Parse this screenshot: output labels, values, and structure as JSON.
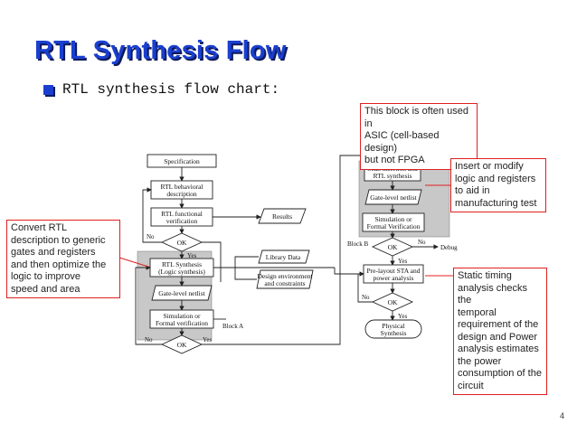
{
  "slide": {
    "title": "RTL Synthesis Flow",
    "bullet": "RTL synthesis flow chart:",
    "page_number": "4"
  },
  "callouts": {
    "fpga_note": [
      "This block is often used in",
      "ASIC (cell-based design)",
      "but not FPGA"
    ],
    "insert_note": [
      "Insert or modify",
      "logic and registers",
      "to aid in",
      "manufacturing test"
    ],
    "convert_note": [
      "Convert RTL",
      "description to generic",
      "gates and registers",
      "and then optimize the",
      "logic to improve",
      "speed and area"
    ],
    "sta_note": [
      "Static timing",
      "analysis checks the",
      "temporal",
      "requirement of the",
      "design and Power",
      "analysis estimates",
      "the power",
      "consumption of the",
      "circuit"
    ]
  },
  "flow": {
    "specification": "Specification",
    "rtl_behavioral": [
      "RTL behavioral",
      "description"
    ],
    "rtl_functional": [
      "RTL functional",
      "verification"
    ],
    "results": "Results",
    "ok": "OK",
    "no": "No",
    "yes": "Yes",
    "rtl_synthesis": [
      "RTL Synthesis",
      "(Logic synthesis)"
    ],
    "library_data": "Library Data",
    "design_env": [
      "Design environment",
      "and constraints"
    ],
    "gate_netlist": "Gate-level netlist",
    "sim_formal": [
      "Simulation or",
      "Formal verification"
    ],
    "block_a": "Block A",
    "scan_insertion": [
      "Scan insertion and",
      "RTL synthesis"
    ],
    "gate_netlist_b": "Gate-level netlist",
    "sim_formal_b": [
      "Simulation or",
      "Formal Verification"
    ],
    "block_b": "Block B",
    "debug": "Debug",
    "prelayout": [
      "Pre-layout STA and",
      "power analysis"
    ],
    "physical_synthesis": [
      "Physical",
      "Synthesis"
    ]
  },
  "colors": {
    "title_blue": "#1a3fd0",
    "callout_border": "#e02020"
  }
}
